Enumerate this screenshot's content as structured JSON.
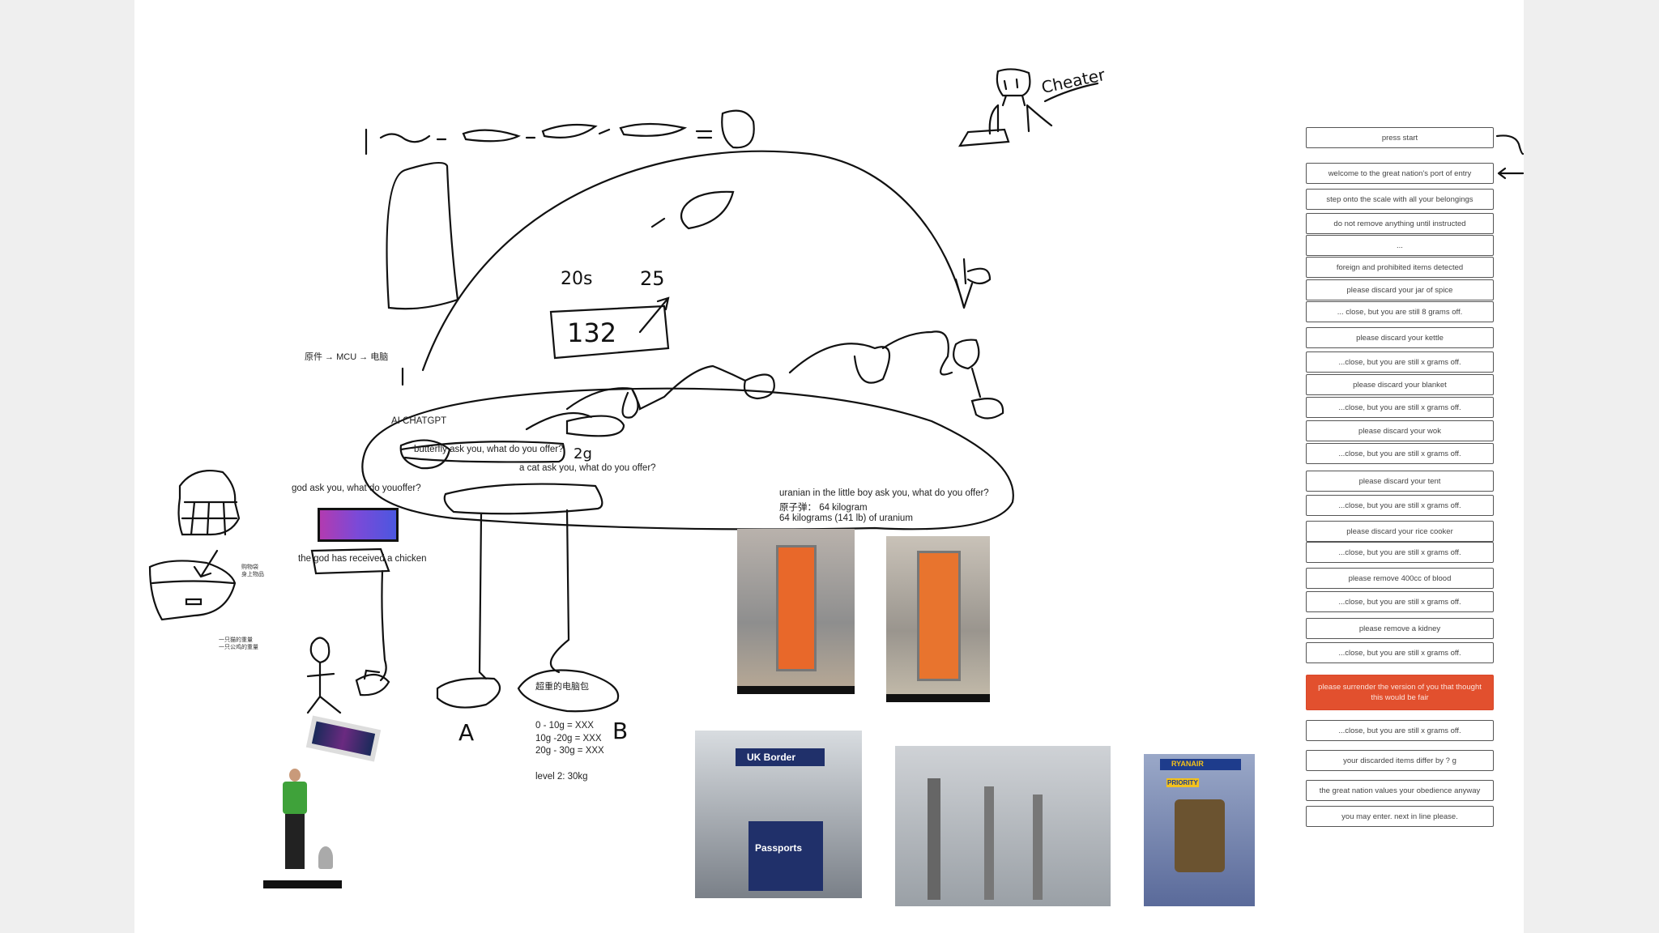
{
  "canvas": {
    "notes": {
      "flow": "原件 → MCU → 电脑",
      "ai": "AI CHATGPT",
      "butterfly": "butterfly ask you, what do you offer?",
      "cat": "a cat ask you, what do you offer?",
      "god": "god ask you, what do youoffer?",
      "god_received": "the god has received a chicken",
      "uranian": "uranian in the little boy ask you, what do you offer?",
      "atom_bomb": "原子弹： 64 kilogram",
      "uranium": "64 kilograms (141 lb) of uranium",
      "laptop_bag": "超重的电脑包",
      "range1": "0 - 10g  = XXX",
      "range2": "10g -20g = XXX",
      "range3": "20g - 30g = XXX",
      "level": "level 2: 30kg",
      "bag_items1": "购物袋",
      "bag_items2": "身上物品",
      "weight_cat": "一只猫的重量",
      "weight_rooster": "一只公鸡的重量",
      "label_a": "A",
      "label_b": "B",
      "sketch_20s": "20s",
      "sketch_25": "25",
      "sketch_2g": "2g",
      "sketch_132": "132",
      "greeter": "Cheater"
    },
    "photos": {
      "uk_border": "UK Border",
      "passports": "Passports",
      "ryanair": "RYANAIR",
      "priority": "PRIORITY"
    }
  },
  "flow_panel": {
    "steps": [
      "press start",
      "welcome to the great nation's port of entry",
      "step onto the scale with all your belongings",
      "do not remove anything until instructed",
      "...",
      "foreign and prohibited items detected",
      "please discard your jar of spice",
      "... close, but you are still 8 grams off.",
      "please discard your kettle",
      "...close, but you are still x grams off.",
      "please discard your blanket",
      "...close, but you are still x grams off.",
      "please discard your wok",
      "...close, but you are still x grams off.",
      "please discard your tent",
      "...close, but you are still x grams off.",
      "please discard your rice cooker",
      "...close, but you are still x grams off.",
      "please remove 400cc of blood",
      "...close, but you are still x grams off.",
      "please remove a kidney",
      "...close, but you are still x grams off.",
      "please surrender the version of you that thought this would be fair",
      "...close, but you are still x grams off.",
      "your discarded items differ by ? g",
      "the great nation values your obedience anyway",
      "you may enter. next in line please."
    ],
    "alert_color": "#e2502e"
  }
}
